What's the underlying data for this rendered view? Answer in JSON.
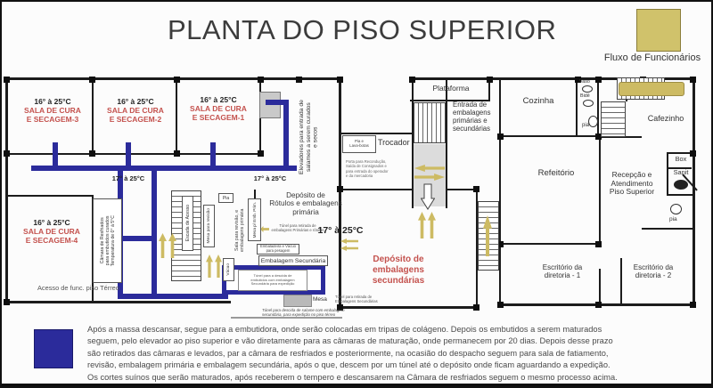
{
  "title": "PLANTA DO PISO SUPERIOR",
  "legend": {
    "employee_flow": "Fluxo de Funcionários",
    "employee_flow_color": "#d0c26b",
    "product_flow_color": "#2b2b9b"
  },
  "temps": {
    "left": "17° à 25°C",
    "mid": "17° à 25°C",
    "center": "17° à 25°C"
  },
  "cure_rooms": [
    {
      "temp": "16° à 25°C",
      "line1": "SALA DE CURA",
      "line2": "E SECAGEM-3"
    },
    {
      "temp": "16° à 25°C",
      "line1": "SALA DE CURA",
      "line2": "E SECAGEM-2"
    },
    {
      "temp": "16° à 25°C",
      "line1": "SALA DE CURA",
      "line2": "E SECAGEM-1"
    },
    {
      "temp": "16° à 25°C",
      "line1": "SALA DE CURA",
      "line2": "E SECAGEM-4"
    }
  ],
  "areas": {
    "elevadores": "Elevadores para entrada de\nsalames a serem curados\ne secos",
    "camara_resfriados": "Câmara de Resfriados\npara embutidos curados\nTemperatura de 0° à 5°C",
    "acesso": "Acesso de func. piso Térreo",
    "escada": "Escada de Acesso",
    "pia_small": "Pia",
    "mesa_revisao": "Mesa para revisão",
    "vacuo": "Vácuo",
    "sala_revisao": "Sala para revisão, e\nembalagens primária",
    "mesa_emb_prim": "Mesa p/ Emb. Prim.",
    "deposito_rotulos": "Depósito de\nRótulos e embalagens\nprimária",
    "tunel_primarias": "Túnel para retirada de\nembalagens Primárias e rótulos",
    "embaladeira": "Embaladeira e Vácuo\npara pesagem",
    "embalagem_secundaria": "Embalagem Secundária",
    "tunel_descida": "Túnel para a descida de\nembutidos com embalagem\nSecundária para expedição",
    "mesa": "Mesa",
    "tunel_secundarias": "Túnel para retirada de\nEmbalagens Secundárias",
    "nota_tunel": "Túnel para descida de salame com embalagem\nsecundária, para expedição no piso térreo",
    "deposito_secundarias": "Depósito de\nembalagens\nsecundárias",
    "trocador": "Trocador",
    "pia_lava_botas": "Pia e\nLava-botas",
    "trocador_nota": "Porta para Recondução,\nSaída de Consignados e\npara entrada do operador\ne da mercadoria",
    "plataforma": "Plataforma",
    "entrada_embalagens": "Entrada de\nembalagens\nprimárias e\nsecundárias",
    "cozinha": "Cozinha",
    "vaso": "Vaso",
    "bide": "Bidê",
    "pia_wc": "pia",
    "cafezinho": "Cafezinho",
    "refeitorio": "Refeitório",
    "recepcao": "Recepção e\nAtendimento\nPiso Superior",
    "box": "Box",
    "sanit": "Sanit",
    "pia_dir": "pia",
    "escritorio1": "Escritório da\ndiretoria - 1",
    "escritorio2": "Escritório da\ndiretoria - 2"
  },
  "paragraph": [
    "Após a massa descansar,  segue para a embutidora, onde serão colocadas em tripas de colágeno. Depois os embutidos a serem maturados",
    "seguem, pelo elevador ao piso superior e vão diretamente para as câmaras de maturação, onde permanecem por 20 dias. Depois desse prazo",
    "são retirados das câmaras e levados, par a câmara de resfriados e posteriormente, na ocasião do despacho seguem para sala de fatiamento,",
    "revisão, embalagem primária e embalagem secundária, após o que, descem por um túnel até o depósito onde ficam aguardando a expedição.",
    "Os cortes suínos que serão maturados, após receberem o tempero e descansarem na Câmara de resfriados seguem o mesmo processo acima."
  ]
}
